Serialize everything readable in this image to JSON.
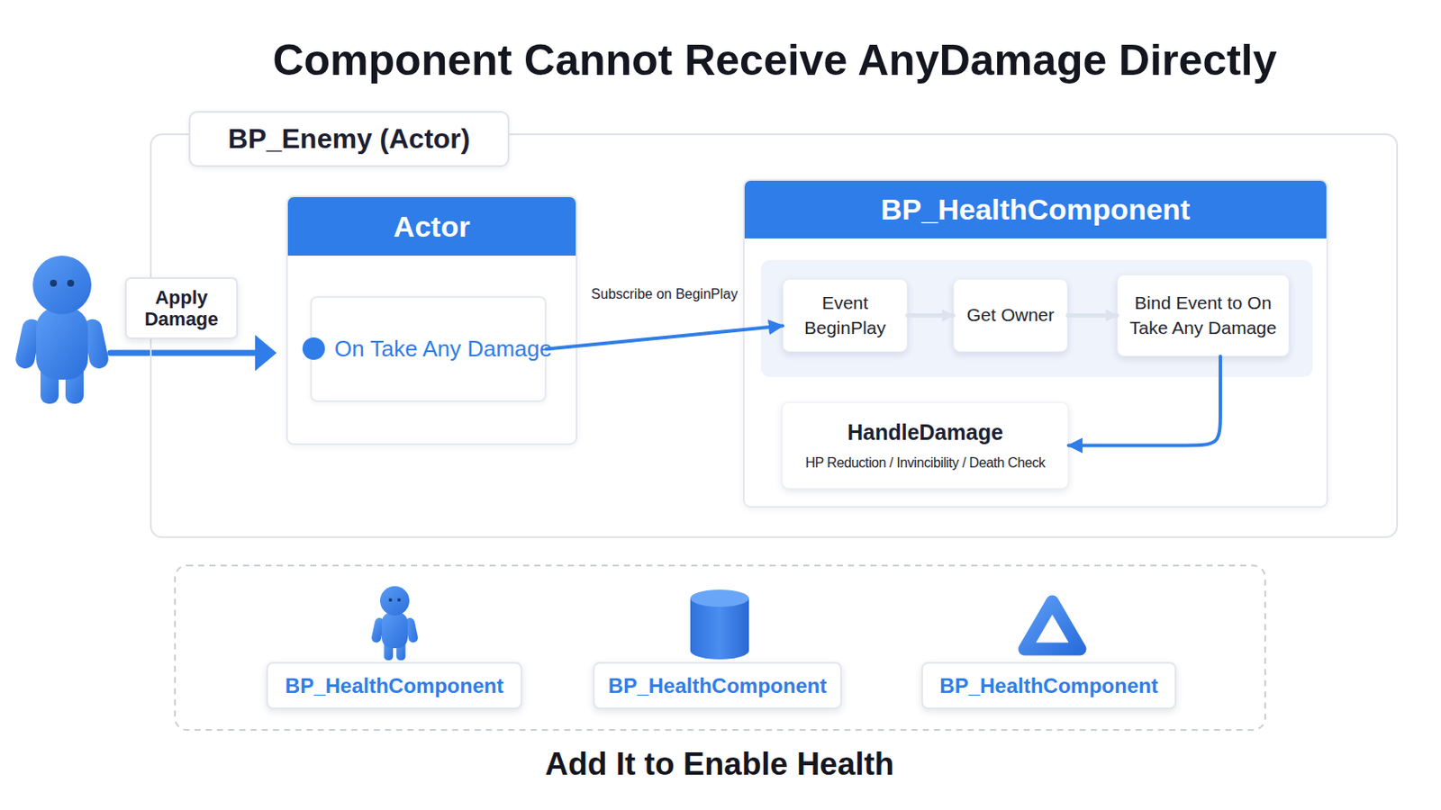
{
  "diagram": {
    "title": "Component Cannot Receive AnyDamage Directly",
    "caption": "Add It to Enable Health",
    "nodes": [
      {
        "text": [
          "BP_Enemy (Actor)"
        ]
      },
      {
        "text": [
          "Apply Damage"
        ]
      },
      {
        "text": [
          "Actor"
        ],
        "in": 0
      },
      {
        "text": [
          "On Take Any Damage"
        ],
        "in": 2
      },
      {
        "text": [
          "BP_HealthComponent"
        ],
        "in": 0
      },
      {
        "text": [
          "Event BeginPlay"
        ],
        "in": 4
      },
      {
        "text": [
          "Get Owner"
        ],
        "in": 4
      },
      {
        "text": [
          "Bind Event to On Take Any Damage"
        ],
        "in": 4
      },
      {
        "text": [
          "HandleDamage",
          "HP Reduction / Invincibility / Death Check"
        ],
        "in": 4
      },
      {
        "text": [
          "BP_HealthComponent"
        ]
      },
      {
        "text": [
          "BP_HealthComponent"
        ]
      },
      {
        "text": [
          "BP_HealthComponent"
        ]
      }
    ],
    "edges": [
      {
        "from": 3,
        "to": 5,
        "arrow": "to",
        "label": "Subscribe on BeginPlay"
      },
      {
        "from": 5,
        "to": 6,
        "arrow": "to"
      },
      {
        "from": 6,
        "to": 7,
        "arrow": "to"
      },
      {
        "from": 7,
        "to": 8,
        "arrow": "to"
      }
    ]
  }
}
